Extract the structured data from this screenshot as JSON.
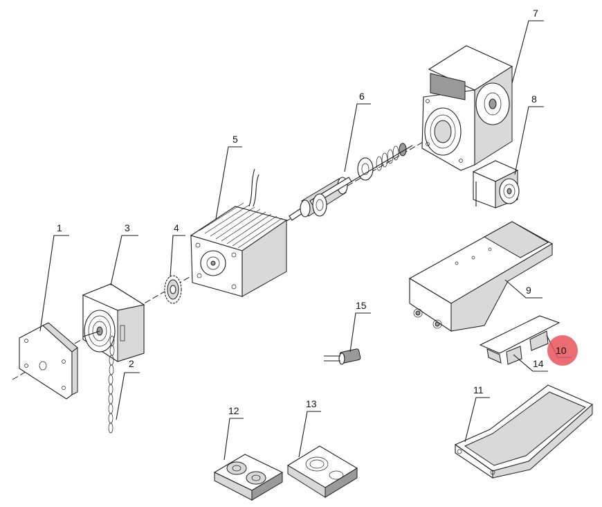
{
  "diagram": {
    "labels": [
      "1",
      "2",
      "3",
      "4",
      "5",
      "6",
      "7",
      "8",
      "9",
      "10",
      "11",
      "12",
      "13",
      "14",
      "15"
    ],
    "highlight_color": "#e8545c"
  }
}
